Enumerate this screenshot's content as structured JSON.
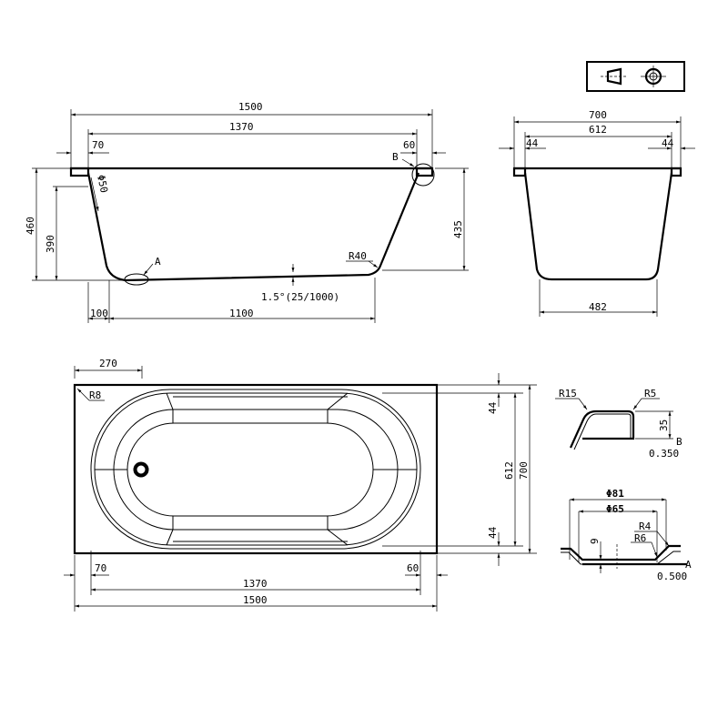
{
  "title_block": {
    "icons": [
      "projection-cone-icon",
      "projection-circle-icon"
    ]
  },
  "front_view": {
    "overall_length": "1500",
    "inner_length": "1370",
    "left_rim": "70",
    "right_rim": "60",
    "height_total": "460",
    "height_inner": "390",
    "height_right": "435",
    "drain_dia": "Φ50",
    "corner_radius": "R40",
    "slope": "1.5°(25/1000)",
    "bottom_offset": "100",
    "bottom_length": "1100",
    "detail_a": "A",
    "detail_b": "B"
  },
  "side_view": {
    "overall_width": "700",
    "inner_width": "612",
    "rim_left": "44",
    "rim_right": "44",
    "bottom_width": "482"
  },
  "top_view": {
    "drain_offset": "270",
    "corner_radius": "R8",
    "rim_top": "44",
    "rim_bottom": "44",
    "inner_width": "612",
    "overall_width": "700",
    "left_rim": "70",
    "right_rim": "60",
    "inner_length": "1370",
    "overall_length": "1500"
  },
  "detail_b": {
    "r_outer": "R15",
    "r_inner": "R5",
    "height": "35",
    "label": "B",
    "scale": "0.350"
  },
  "detail_a": {
    "dia_outer": "Φ81",
    "dia_inner": "Φ65",
    "depth": "9",
    "r_small": "R4",
    "r_large": "R6",
    "label": "A",
    "scale": "0.500"
  }
}
